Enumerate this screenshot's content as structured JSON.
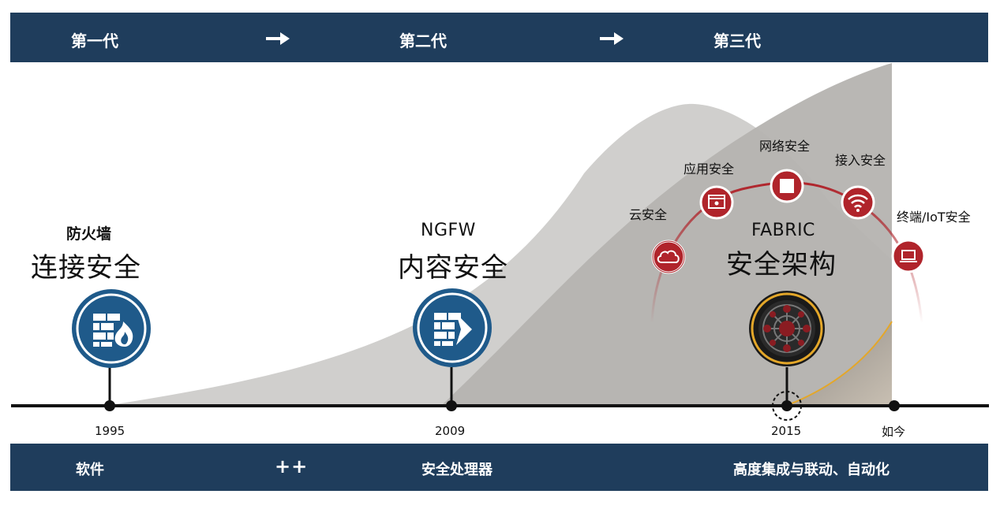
{
  "top_band": {
    "gen1": "第一代",
    "gen2": "第二代",
    "gen3": "第三代"
  },
  "bottom_band": {
    "item1": "软件",
    "plus": "++",
    "item2": "安全处理器",
    "item3": "高度集成与联动、自动化"
  },
  "stages": [
    {
      "year": "1995",
      "subtitle": "防火墙",
      "title": "连接安全",
      "icon": "firewall-icon"
    },
    {
      "year": "2009",
      "subtitle": "NGFW",
      "title": "内容安全",
      "icon": "ngfw-icon"
    },
    {
      "year": "2015",
      "subtitle": "FABRIC",
      "title": "安全架构",
      "icon": "fabric-icon"
    }
  ],
  "timeline_end": "如今",
  "fabric_nodes": [
    {
      "label": "云安全",
      "icon": "cloud-icon"
    },
    {
      "label": "应用安全",
      "icon": "browser-window-icon"
    },
    {
      "label": "网络安全",
      "icon": "square-icon"
    },
    {
      "label": "接入安全",
      "icon": "wifi-icon"
    },
    {
      "label": "终端/IoT安全",
      "icon": "laptop-icon"
    }
  ],
  "colors": {
    "band": "#1f3d5c",
    "stage_circle": "#1f5a8a",
    "node_red": "#b0242b",
    "fabric_gold": "#e4a729",
    "curve_light": "#d0cfcd",
    "curve_dark": "#b5b3b0"
  }
}
